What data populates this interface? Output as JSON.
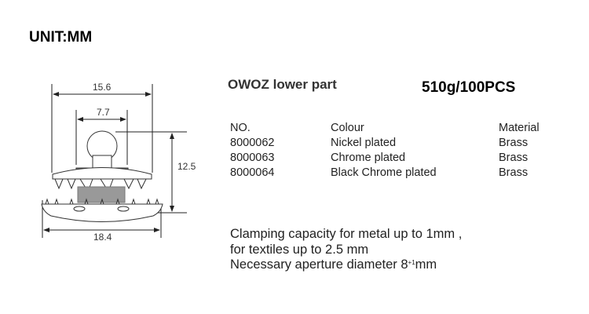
{
  "unit_label": "UNIT:MM",
  "product": {
    "title": "OWOZ lower part",
    "weight": "510g/100PCS"
  },
  "table": {
    "headers": [
      "NO.",
      "Colour",
      "Material"
    ],
    "rows": [
      [
        "8000062",
        "Nickel plated",
        "Brass"
      ],
      [
        "8000063",
        "Chrome plated",
        "Brass"
      ],
      [
        "8000064",
        "Black Chrome plated",
        "Brass"
      ]
    ]
  },
  "notes": {
    "line1": "Clamping capacity for metal up to 1mm ,",
    "line2": "for textiles up to 2.5 mm",
    "line3_prefix": "Necessary aperture diameter 8",
    "line3_sup": "+1",
    "line3_suffix": "mm"
  },
  "drawing": {
    "dim_top_width": "15.6",
    "dim_ball_width": "7.7",
    "dim_height": "12.5",
    "dim_base_width": "18.4"
  }
}
